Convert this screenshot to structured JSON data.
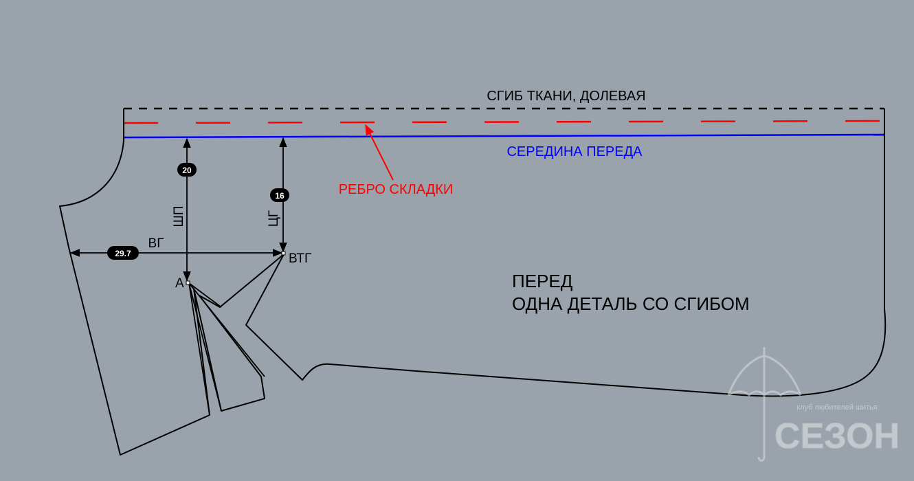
{
  "labels": {
    "fold": "СГИБ ТКАНИ, ДОЛЕВАЯ",
    "center_front": "СЕРЕДИНА ПЕРЕДА",
    "pleat_edge": "РЕБРО СКЛАДКИ",
    "part_title": "ПЕРЕД",
    "part_subtitle": "ОДНА ДЕТАЛЬ СО СГИБОМ",
    "vg": "ВГ",
    "shp": "ШП",
    "tsg": "ЦГ",
    "vtg": "ВТГ",
    "point_a": "А"
  },
  "measurements": {
    "shp_value": "20",
    "tsg_value": "16",
    "vg_value": "29.7"
  },
  "logo": {
    "tagline": "клуб любителей шитья",
    "name": "СЕЗОН"
  },
  "colors": {
    "background": "#9aa3ab",
    "outline": "#000000",
    "pleat": "#ff0000",
    "center_line": "#0000ff"
  }
}
